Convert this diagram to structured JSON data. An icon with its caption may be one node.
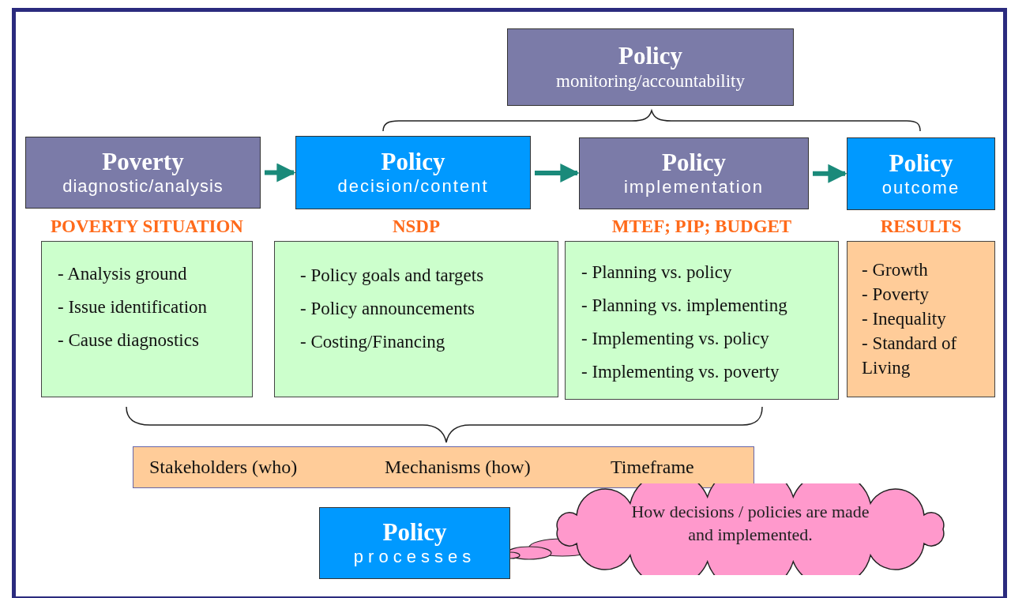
{
  "diagram": {
    "nodes": [
      {
        "text": [
          "Policy",
          "monitoring/accountability"
        ]
      },
      {
        "text": [
          "Poverty",
          "diagnostic/analysis"
        ]
      },
      {
        "text": [
          "Policy",
          "decision/content"
        ]
      },
      {
        "text": [
          "Policy",
          "implementation"
        ]
      },
      {
        "text": [
          "Policy",
          "outcome"
        ]
      },
      {
        "text": [
          "POVERTY SITUATION",
          "- Analysis ground",
          "- Issue identification",
          "- Cause diagnostics"
        ]
      },
      {
        "text": [
          "NSDP",
          "- Policy goals and targets",
          "- Policy announcements",
          "- Costing/Financing"
        ]
      },
      {
        "text": [
          "MTEF; PIP; BUDGET",
          "- Planning vs. policy",
          "- Planning vs. implementing",
          "- Implementing vs. policy",
          "- Implementing vs. poverty"
        ]
      },
      {
        "text": [
          "RESULTS",
          "- Growth",
          "- Poverty",
          "- Inequality",
          "- Standard of Living"
        ]
      },
      {
        "text": [
          "Stakeholders (who)",
          "Mechanisms (how)",
          "Timeframe"
        ]
      },
      {
        "text": [
          "Policy",
          "processes"
        ]
      },
      {
        "text": [
          "How decisions / policies are made and implemented."
        ]
      }
    ],
    "edges": [
      {
        "from": 1,
        "to": 2,
        "arrow": "to"
      },
      {
        "from": 2,
        "to": 3,
        "arrow": "to"
      },
      {
        "from": 3,
        "to": 4,
        "arrow": "to"
      }
    ]
  }
}
